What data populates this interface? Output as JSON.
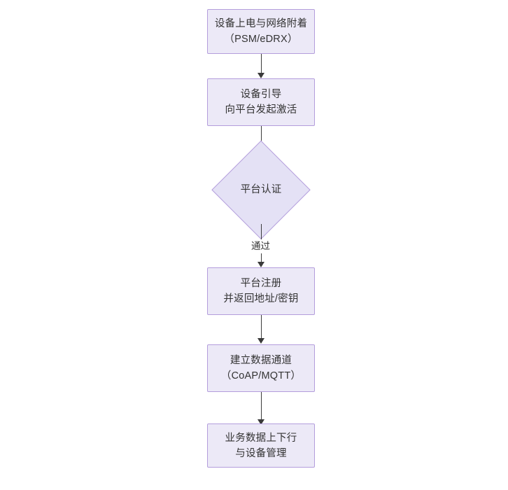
{
  "diagram": {
    "type": "flowchart",
    "orientation": "top-to-bottom",
    "theme": {
      "node_fill": "#ece9f7",
      "node_border": "#b39ddc",
      "decision_fill": "#e4e1f5",
      "text_color": "#333333",
      "edge_color": "#3a3a3a",
      "background": "#ffffff"
    },
    "nodes": [
      {
        "id": "power-on",
        "shape": "rectangle",
        "label": "设备上电与网络附着\n（PSM/eDRX）"
      },
      {
        "id": "bootstrap",
        "shape": "rectangle",
        "label": "设备引导\n向平台发起激活"
      },
      {
        "id": "platform-auth",
        "shape": "diamond",
        "label": "平台认证"
      },
      {
        "id": "platform-register",
        "shape": "rectangle",
        "label": "平台注册\n并返回地址/密钥"
      },
      {
        "id": "data-channel",
        "shape": "rectangle",
        "label": "建立数据通道\n（CoAP/MQTT）"
      },
      {
        "id": "business-data",
        "shape": "rectangle",
        "label": "业务数据上下行\n与设备管理"
      }
    ],
    "edges": [
      {
        "id": "e1",
        "from": "power-on",
        "to": "bootstrap",
        "label": ""
      },
      {
        "id": "e2",
        "from": "bootstrap",
        "to": "platform-auth",
        "label": ""
      },
      {
        "id": "e3",
        "from": "platform-auth",
        "to": "platform-register",
        "label": "通过"
      },
      {
        "id": "e4",
        "from": "platform-register",
        "to": "data-channel",
        "label": ""
      },
      {
        "id": "e5",
        "from": "data-channel",
        "to": "business-data",
        "label": ""
      }
    ]
  }
}
